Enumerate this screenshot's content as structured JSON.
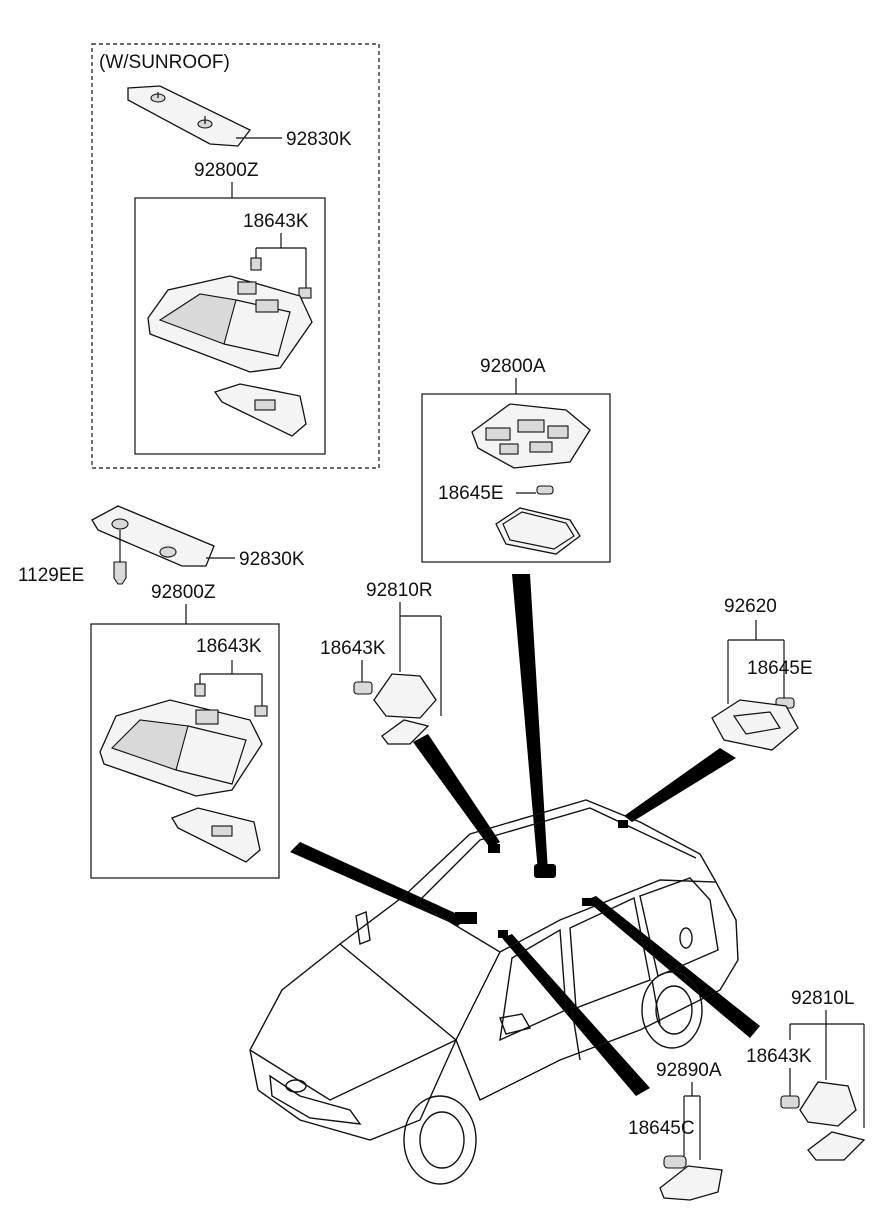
{
  "labels": {
    "sunroof_note": "(W/SUNROOF)",
    "p_92830K_a": "92830K",
    "p_92800Z_a": "92800Z",
    "p_18643K_a": "18643K",
    "p_92800A": "92800A",
    "p_18645E_a": "18645E",
    "p_92830K_b": "92830K",
    "p_1129EE": "1129EE",
    "p_92800Z_b": "92800Z",
    "p_18643K_b": "18643K",
    "p_92810R": "92810R",
    "p_18643K_c": "18643K",
    "p_92620": "92620",
    "p_18645E_b": "18645E",
    "p_92810L": "92810L",
    "p_18643K_d": "18643K",
    "p_92890A": "92890A",
    "p_18645C": "18645C"
  }
}
